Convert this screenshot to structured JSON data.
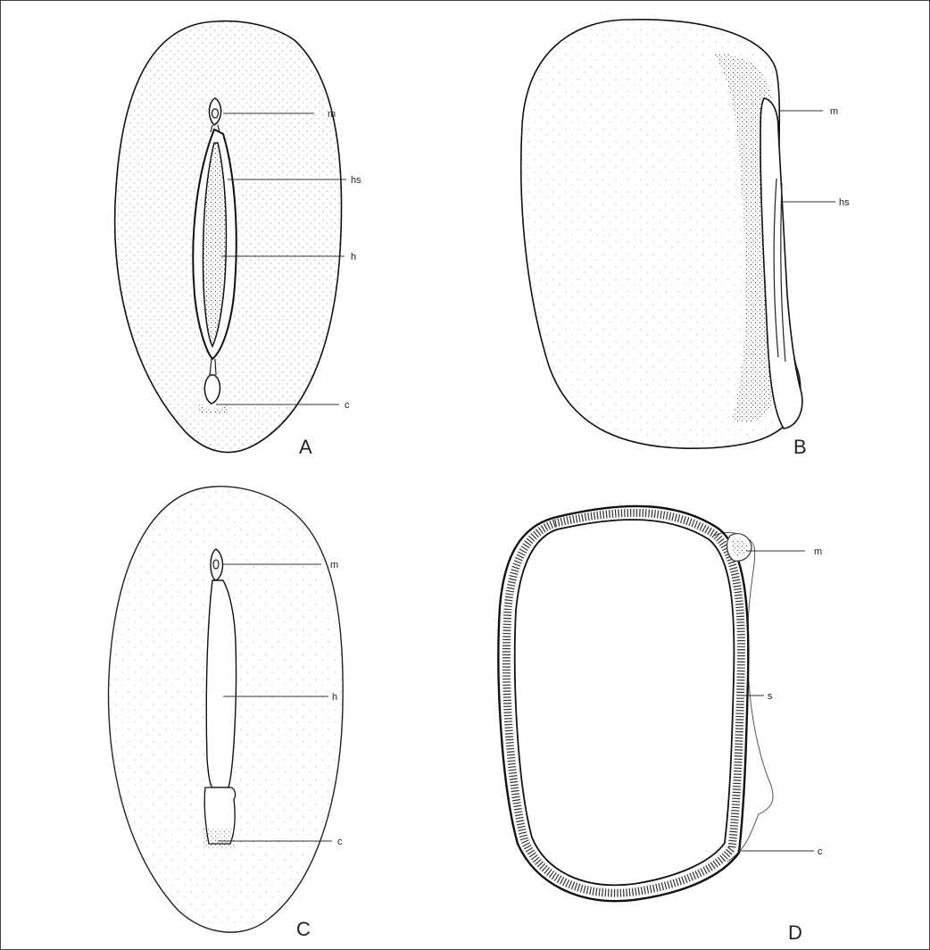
{
  "figure": {
    "panels": [
      {
        "id": "A",
        "letter": "A",
        "labels": [
          "m",
          "hs",
          "h",
          "c"
        ]
      },
      {
        "id": "B",
        "letter": "B",
        "labels": [
          "m",
          "hs"
        ]
      },
      {
        "id": "C",
        "letter": "C",
        "labels": [
          "m",
          "h",
          "c"
        ]
      },
      {
        "id": "D",
        "letter": "D",
        "labels": [
          "m",
          "s",
          "c"
        ]
      }
    ]
  }
}
